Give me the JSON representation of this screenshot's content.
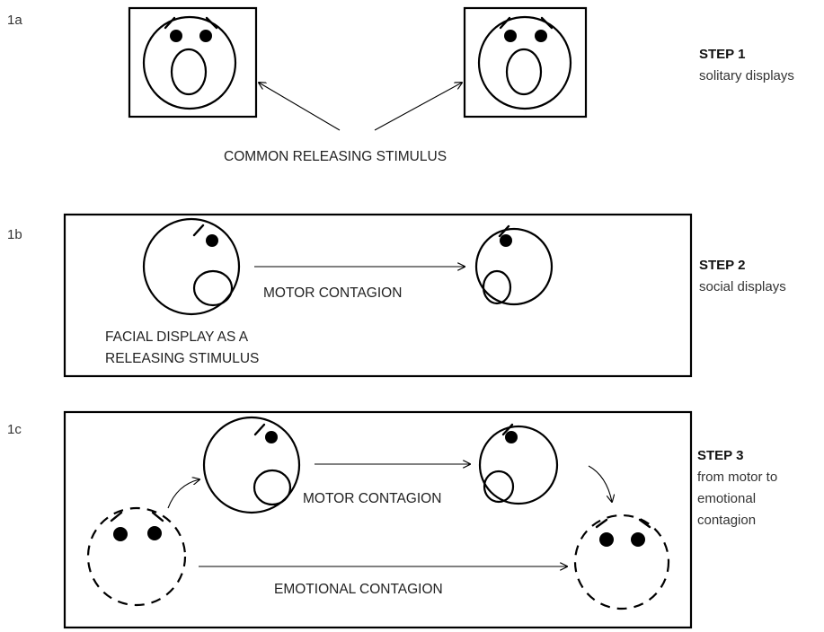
{
  "panels": {
    "a": {
      "label": "1a",
      "center_text": "COMMON RELEASING STIMULUS",
      "step_title": "STEP 1",
      "step_desc": "solitary displays"
    },
    "b": {
      "label": "1b",
      "arrow_text": "MOTOR CONTAGION",
      "caption_line1": "FACIAL DISPLAY AS A",
      "caption_line2": "RELEASING STIMULUS",
      "step_title": "STEP 2",
      "step_desc": "social displays"
    },
    "c": {
      "label": "1c",
      "motor_text": "MOTOR CONTAGION",
      "emotional_text": "EMOTIONAL CONTAGION",
      "step_title": "STEP 3",
      "step_desc_lines": [
        "from motor to",
        "emotional",
        "contagion"
      ]
    }
  }
}
